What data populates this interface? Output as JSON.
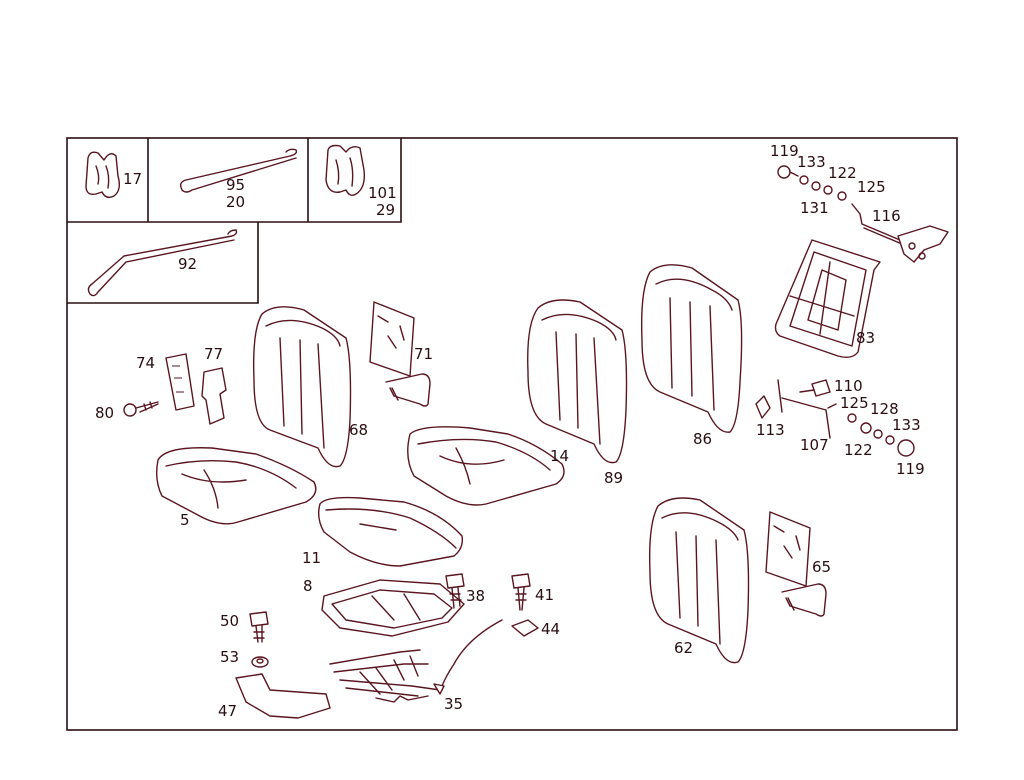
{
  "diagram": {
    "colors": {
      "line": "#5a1620",
      "frame": "#2a0e12",
      "background": "#ffffff"
    },
    "callouts": {
      "c17": "17",
      "c95": "95",
      "c20": "20",
      "c101": "101",
      "c29": "29",
      "c92": "92",
      "c74": "74",
      "c77": "77",
      "c80": "80",
      "c71": "71",
      "c68": "68",
      "c5": "5",
      "c14": "14",
      "c89": "89",
      "c86": "86",
      "c83": "83",
      "c11": "11",
      "c8": "8",
      "c38": "38",
      "c41": "41",
      "c44": "44",
      "c50": "50",
      "c53": "53",
      "c47": "47",
      "c35": "35",
      "c62": "62",
      "c65": "65",
      "c119a": "119",
      "c133a": "133",
      "c122a": "122",
      "c125a": "125",
      "c131": "131",
      "c116": "116",
      "c110": "110",
      "c113": "113",
      "c107": "107",
      "c125b": "125",
      "c128": "128",
      "c133b": "133",
      "c122b": "122",
      "c119b": "119"
    }
  }
}
